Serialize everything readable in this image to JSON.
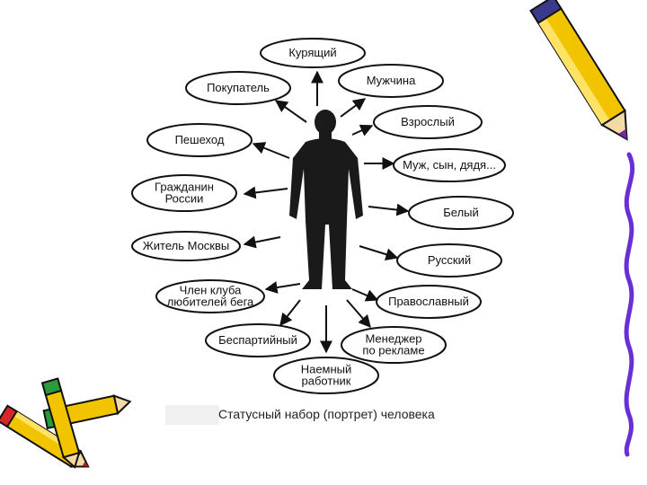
{
  "caption": "Статусный набор (портрет) человека",
  "statuses": [
    [
      "Курящий"
    ],
    [
      "Мужчина"
    ],
    [
      "Покупатель"
    ],
    [
      "Взрослый"
    ],
    [
      "Пешеход"
    ],
    [
      "Муж, сын, дядя..."
    ],
    [
      "Гражданин",
      "России"
    ],
    [
      "Белый"
    ],
    [
      "Житель Москвы"
    ],
    [
      "Русский"
    ],
    [
      "Член клуба",
      "любителей бега"
    ],
    [
      "Православный"
    ],
    [
      "Беспартийный"
    ],
    [
      "Менеджер",
      "по рекламе"
    ],
    [
      "Наемный",
      "работник"
    ]
  ]
}
